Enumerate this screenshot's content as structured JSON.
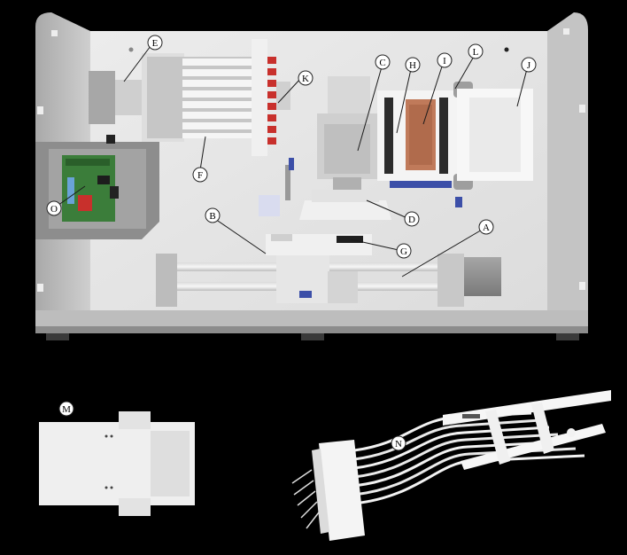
{
  "labels": {
    "A": "A",
    "B": "B",
    "C": "C",
    "D": "D",
    "E": "E",
    "F": "F",
    "G": "G",
    "H": "H",
    "I": "I",
    "J": "J",
    "K": "K",
    "L": "L",
    "M": "M",
    "N": "N",
    "O": "O"
  },
  "colors": {
    "background": "#000000",
    "housing": "#b9b9b9",
    "back_panel": "#e8e8e8",
    "part_white": "#f2f2f2",
    "part_grey": "#d6d6d6",
    "accent_red": "#c8302c",
    "heater_copper": "#c07a5a",
    "pcb_green": "#3b7d3a",
    "stepper_grey": "#8f8f8f"
  }
}
